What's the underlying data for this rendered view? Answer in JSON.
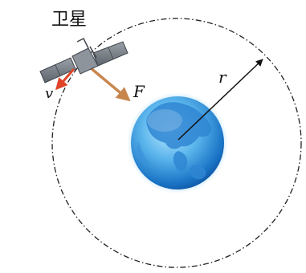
{
  "labels": {
    "satellite": "卫星",
    "velocity": "v",
    "force": "F",
    "radius": "r"
  },
  "colors": {
    "orbit": "#222222",
    "force_arrow": "#c8864f",
    "velocity_arrow": "#e0452a",
    "radius_line": "#111111",
    "ocean_light": "#6ec6f2",
    "ocean_dark": "#0f62b8",
    "land": "#3a8fd6"
  },
  "icons": {
    "satellite": "satellite-icon",
    "earth": "earth-globe-icon"
  }
}
